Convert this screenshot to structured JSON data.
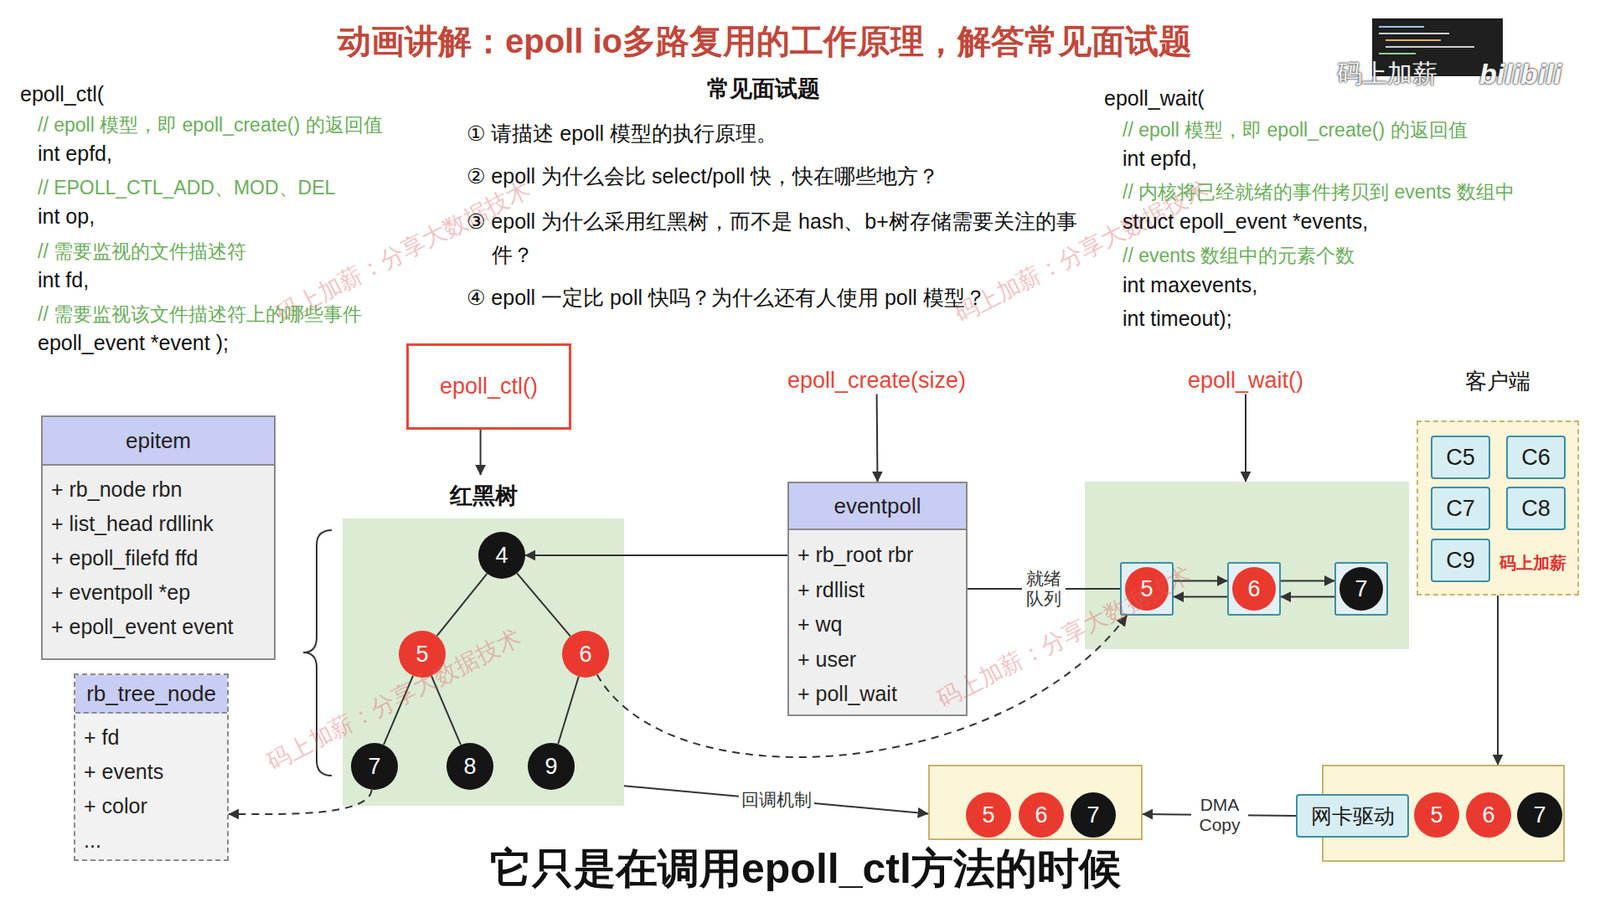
{
  "diagram": {
    "title": "动画讲解：epoll io多路复用的工作原理，解答常见面试题",
    "caption": "它只是在调用epoll_ctl方法的时候",
    "nodes": [
      {
        "text": [
          "epoll_ctl()"
        ]
      },
      {
        "text": [
          "epoll_create(size)"
        ]
      },
      {
        "text": [
          "epoll_wait()"
        ]
      },
      {
        "text": [
          "客户端"
        ]
      },
      {
        "text": [
          "C5"
        ],
        "in": 3
      },
      {
        "text": [
          "C6"
        ],
        "in": 3
      },
      {
        "text": [
          "C7"
        ],
        "in": 3
      },
      {
        "text": [
          "C8"
        ],
        "in": 3
      },
      {
        "text": [
          "C9"
        ],
        "in": 3
      },
      {
        "text": [
          "epitem",
          "+ rb_node rbn",
          "+ list_head rdllink",
          "+ epoll_filefd ffd",
          "+ eventpoll *ep",
          "+ epoll_event event"
        ]
      },
      {
        "text": [
          "红黑树"
        ]
      },
      {
        "text": [
          "4"
        ],
        "in": 10
      },
      {
        "text": [
          "5"
        ],
        "in": 10
      },
      {
        "text": [
          "6"
        ],
        "in": 10
      },
      {
        "text": [
          "7"
        ],
        "in": 10
      },
      {
        "text": [
          "8"
        ],
        "in": 10
      },
      {
        "text": [
          "9"
        ],
        "in": 10
      },
      {
        "text": [
          "eventpoll",
          "+ rb_root rbr",
          "+ rdllist",
          "+ wq",
          "+ user",
          "+ poll_wait"
        ]
      },
      {
        "text": []
      },
      {
        "text": [
          "5"
        ],
        "in": 18
      },
      {
        "text": [
          "6"
        ],
        "in": 18
      },
      {
        "text": [
          "7"
        ],
        "in": 18
      },
      {
        "text": [
          "rb_tree_node",
          "+ fd",
          "+ events",
          "+ color",
          "..."
        ]
      },
      {
        "text": []
      },
      {
        "text": [
          "5"
        ],
        "in": 23
      },
      {
        "text": [
          "6"
        ],
        "in": 23
      },
      {
        "text": [
          "7"
        ],
        "in": 23
      },
      {
        "text": []
      },
      {
        "text": [
          "网卡驱动"
        ],
        "in": 27
      },
      {
        "text": [
          "5"
        ],
        "in": 27
      },
      {
        "text": [
          "6"
        ],
        "in": 27
      },
      {
        "text": [
          "7"
        ],
        "in": 27
      }
    ],
    "edges": [
      {
        "from": 0,
        "to": 10,
        "arrow": "to"
      },
      {
        "from": 1,
        "to": 17,
        "arrow": "to"
      },
      {
        "from": 2,
        "to": 18,
        "arrow": "to"
      },
      {
        "from": 17,
        "to": 11,
        "arrow": "to"
      },
      {
        "from": 11,
        "to": 12,
        "arrow": "none"
      },
      {
        "from": 11,
        "to": 13,
        "arrow": "none"
      },
      {
        "from": 12,
        "to": 14,
        "arrow": "none"
      },
      {
        "from": 12,
        "to": 15,
        "arrow": "none"
      },
      {
        "from": 13,
        "to": 16,
        "arrow": "none"
      },
      {
        "from": 17,
        "to": 19,
        "label": "就绪 队列",
        "arrow": "none"
      },
      {
        "from": 19,
        "to": 20,
        "arrow": "to"
      },
      {
        "from": 20,
        "to": 19,
        "arrow": "to"
      },
      {
        "from": 20,
        "to": 21,
        "arrow": "to"
      },
      {
        "from": 21,
        "to": 20,
        "arrow": "to"
      },
      {
        "from": 13,
        "to": 19,
        "arrow": "to"
      },
      {
        "from": 14,
        "to": 22,
        "arrow": "to"
      },
      {
        "from": 10,
        "to": 23,
        "label": "回调机制",
        "arrow": "to"
      },
      {
        "from": 3,
        "to": 27,
        "arrow": "to"
      },
      {
        "from": 28,
        "to": 23,
        "label": "DMA Copy",
        "arrow": "to"
      }
    ],
    "labels": [
      "epoll_ctl(",
      "// epoll 模型，即 epoll_create() 的返回值",
      "int epfd,",
      "// EPOLL_CTL_ADD、MOD、DEL",
      "int op,",
      "// 需要监视的文件描述符",
      "int fd,",
      "// 需要监视该文件描述符上的哪些事件",
      "epoll_event *event );",
      "常见面试题",
      "① 请描述 epoll 模型的执行原理。",
      "② epoll 为什么会比 select/poll 快，快在哪些地方？",
      "③ epoll 为什么采用红黑树，而不是 hash、b+树存储需要关注的事件？",
      "④ epoll 一定比 poll 快吗？为什么还有人使用 poll 模型？",
      "epoll_wait(",
      "// epoll 模型，即 epoll_create() 的返回值",
      "int epfd,",
      "// 内核将已经就绪的事件拷贝到 events 数组中",
      "struct epoll_event *events,",
      "// events 数组中的元素个数",
      "int maxevents,",
      "int timeout);",
      "码上加薪：分享大数据技术",
      "码上加薪：分享大数据技术",
      "码上加薪：分享大数据技术",
      "码上加薪：分享大数据技术",
      "码上加薪",
      "码上加薪",
      "bilibili"
    ]
  }
}
